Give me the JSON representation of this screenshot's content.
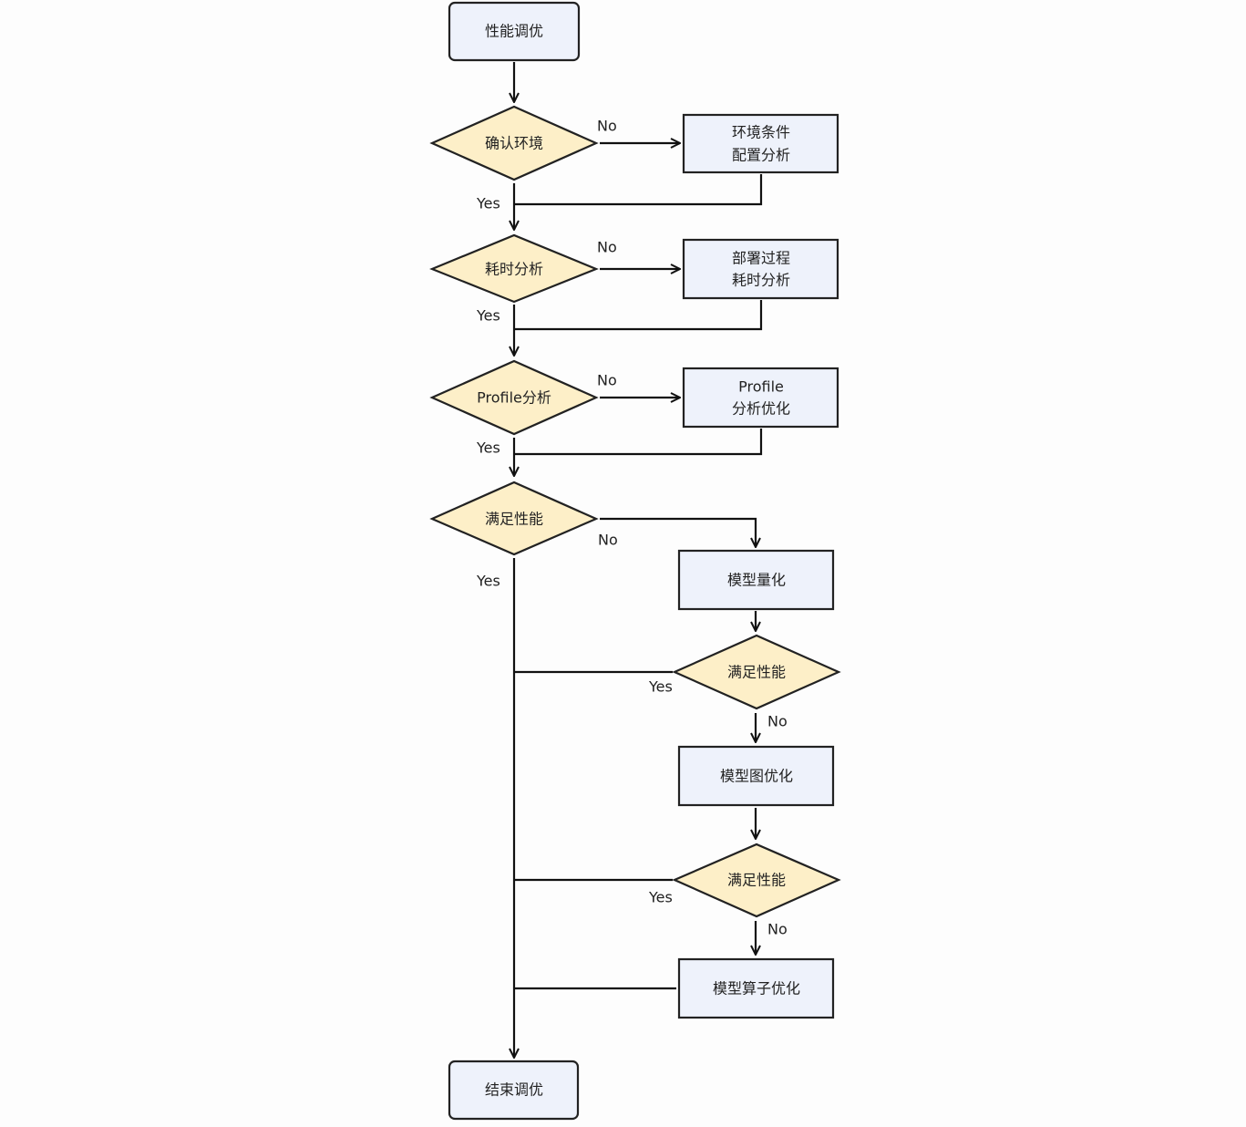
{
  "nodes": {
    "start": "性能调优",
    "check_env": "确认环境",
    "env_analysis": [
      "环境条件",
      "配置分析"
    ],
    "time_check": "耗时分析",
    "deploy_analysis": [
      "部署过程",
      "耗时分析"
    ],
    "profile_check": "Profile分析",
    "profile_opt": [
      "Profile",
      "分析优化"
    ],
    "perf_check_1": "满足性能",
    "quantize": "模型量化",
    "perf_check_2": "满足性能",
    "graph_opt": "模型图优化",
    "perf_check_3": "满足性能",
    "operator_opt": "模型算子优化",
    "end": "结束调优"
  },
  "edge_labels": {
    "yes": "Yes",
    "no": "No"
  },
  "colors": {
    "box_fill": "#eef2fb",
    "decision_fill": "#fdefc8",
    "stroke": "#222222"
  }
}
